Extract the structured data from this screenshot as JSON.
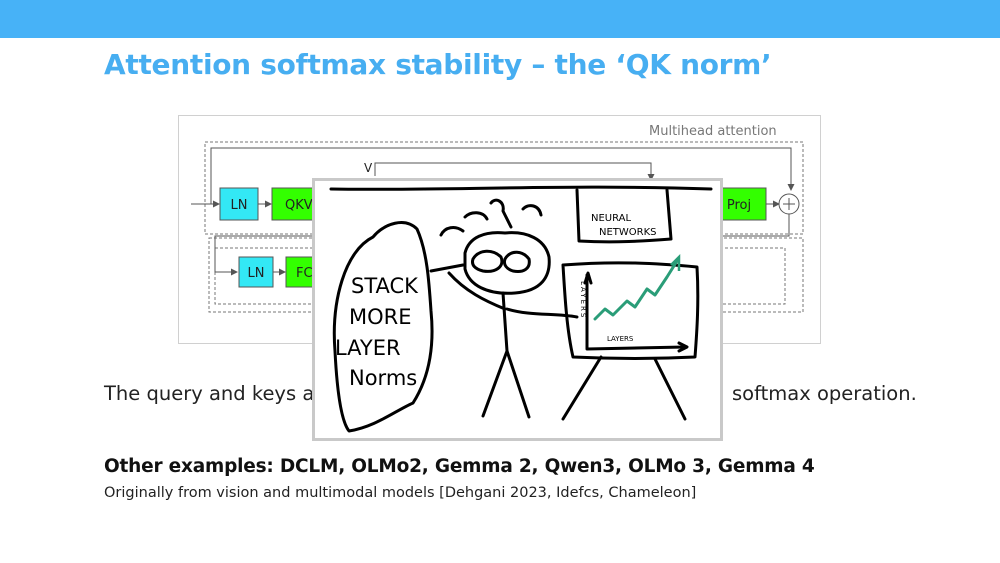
{
  "slide": {
    "title": "Attention softmax stability – the ‘QK norm’",
    "body_left": "The query and keys ar",
    "body_right": "softmax operation.",
    "examples": "Other examples: DCLM, OLMo2, Gemma 2, Qwen3, OLMo 3, Gemma 4",
    "origin": "Originally from vision and multimodal models [Dehgani 2023, Idefcs, Chameleon]"
  },
  "diagram": {
    "caption": "Multihead attention",
    "ln_top": "LN",
    "qkv": "QKV",
    "v_label": "V",
    "proj": "Proj",
    "ln_bottom": "LN",
    "fc": "FC"
  },
  "meme": {
    "neural": "NEURAL",
    "networks": "NETWORKS",
    "stack": "STACK",
    "more": "MORE",
    "layer": "LAYER",
    "norms": "Norms",
    "y_axis": "LAYERS",
    "x_axis": "LAYERS"
  },
  "colors": {
    "top_bar": "#47b2f7",
    "title": "#47aef1",
    "ln_box": "#33e8f5",
    "green_box": "#33ff00",
    "trend_line": "#2a9d78"
  }
}
